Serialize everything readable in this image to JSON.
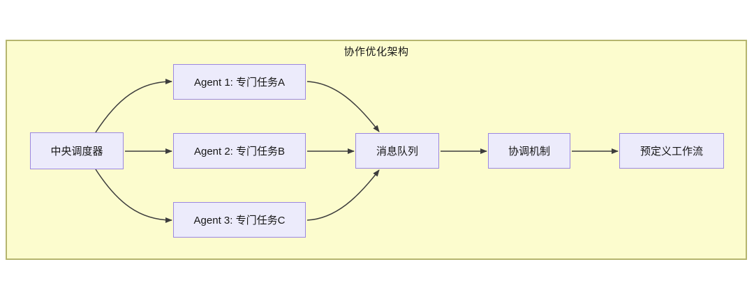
{
  "diagram": {
    "title": "协作优化架构",
    "nodes": [
      {
        "id": "scheduler",
        "label": "中央调度器"
      },
      {
        "id": "agent1",
        "label": "Agent 1: 专门任务A"
      },
      {
        "id": "agent2",
        "label": "Agent 2: 专门任务B"
      },
      {
        "id": "agent3",
        "label": "Agent 3: 专门任务C"
      },
      {
        "id": "queue",
        "label": "消息队列"
      },
      {
        "id": "coordination",
        "label": "协调机制"
      },
      {
        "id": "workflow",
        "label": "预定义工作流"
      }
    ],
    "edges": [
      {
        "from": "scheduler",
        "to": "agent1"
      },
      {
        "from": "scheduler",
        "to": "agent2"
      },
      {
        "from": "scheduler",
        "to": "agent3"
      },
      {
        "from": "agent1",
        "to": "queue"
      },
      {
        "from": "agent2",
        "to": "queue"
      },
      {
        "from": "agent3",
        "to": "queue"
      },
      {
        "from": "queue",
        "to": "coordination"
      },
      {
        "from": "coordination",
        "to": "workflow"
      }
    ],
    "colors": {
      "canvas_bg": "#ffffff",
      "container_fill": "#fcfcce",
      "container_border": "#b5b56e",
      "node_fill": "#ecebfb",
      "node_border": "#9b87e0",
      "arrow": "#3d3d3d",
      "text": "#161616"
    }
  }
}
